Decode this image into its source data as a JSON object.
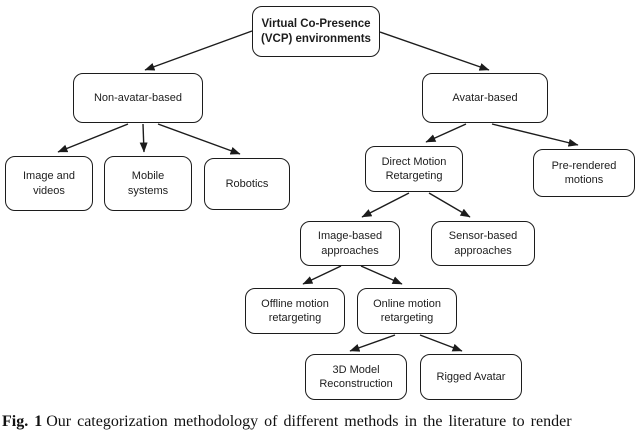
{
  "diagram": {
    "type": "taxonomy-tree",
    "colors": {
      "stroke": "#1c1c1c",
      "text": "#1d1d1d",
      "background": "#ffffff"
    },
    "nodes": {
      "root": {
        "label": "Virtual Co-Presence (VCP) environments",
        "lines": [
          "Virtual Co-Presence",
          "(VCP) environments"
        ]
      },
      "non_avatar": {
        "label": "Non-avatar-based",
        "lines": [
          "Non-avatar-based"
        ]
      },
      "avatar": {
        "label": "Avatar-based",
        "lines": [
          "Avatar-based"
        ]
      },
      "image_videos": {
        "label": "Image and videos",
        "lines": [
          "Image and",
          "videos"
        ]
      },
      "mobile": {
        "label": "Mobile systems",
        "lines": [
          "Mobile",
          "systems"
        ]
      },
      "robotics": {
        "label": "Robotics",
        "lines": [
          "Robotics"
        ]
      },
      "direct_motion": {
        "label": "Direct Motion Retargeting",
        "lines": [
          "Direct Motion",
          "Retargeting"
        ]
      },
      "pre_rendered": {
        "label": "Pre-rendered motions",
        "lines": [
          "Pre-rendered",
          "motions"
        ]
      },
      "image_based": {
        "label": "Image-based approaches",
        "lines": [
          "Image-based",
          "approaches"
        ]
      },
      "sensor_based": {
        "label": "Sensor-based approaches",
        "lines": [
          "Sensor-based",
          "approaches"
        ]
      },
      "offline": {
        "label": "Offline motion retargeting",
        "lines": [
          "Offline motion",
          "retargeting"
        ]
      },
      "online": {
        "label": "Online motion retargeting",
        "lines": [
          "Online motion",
          "retargeting"
        ]
      },
      "model_3d": {
        "label": "3D Model Reconstruction",
        "lines": [
          "3D Model",
          "Reconstruction"
        ]
      },
      "rigged": {
        "label": "Rigged Avatar",
        "lines": [
          "Rigged Avatar"
        ]
      }
    },
    "edges": [
      {
        "from": "root",
        "to": "non_avatar"
      },
      {
        "from": "root",
        "to": "avatar"
      },
      {
        "from": "non_avatar",
        "to": "image_videos"
      },
      {
        "from": "non_avatar",
        "to": "mobile"
      },
      {
        "from": "non_avatar",
        "to": "robotics"
      },
      {
        "from": "avatar",
        "to": "direct_motion"
      },
      {
        "from": "avatar",
        "to": "pre_rendered"
      },
      {
        "from": "direct_motion",
        "to": "image_based"
      },
      {
        "from": "direct_motion",
        "to": "sensor_based"
      },
      {
        "from": "image_based",
        "to": "offline"
      },
      {
        "from": "image_based",
        "to": "online"
      },
      {
        "from": "online",
        "to": "model_3d"
      },
      {
        "from": "online",
        "to": "rigged"
      }
    ]
  },
  "caption": {
    "prefix": "Fig. 1",
    "text": "Our categorization methodology of different methods in the literature to render"
  }
}
